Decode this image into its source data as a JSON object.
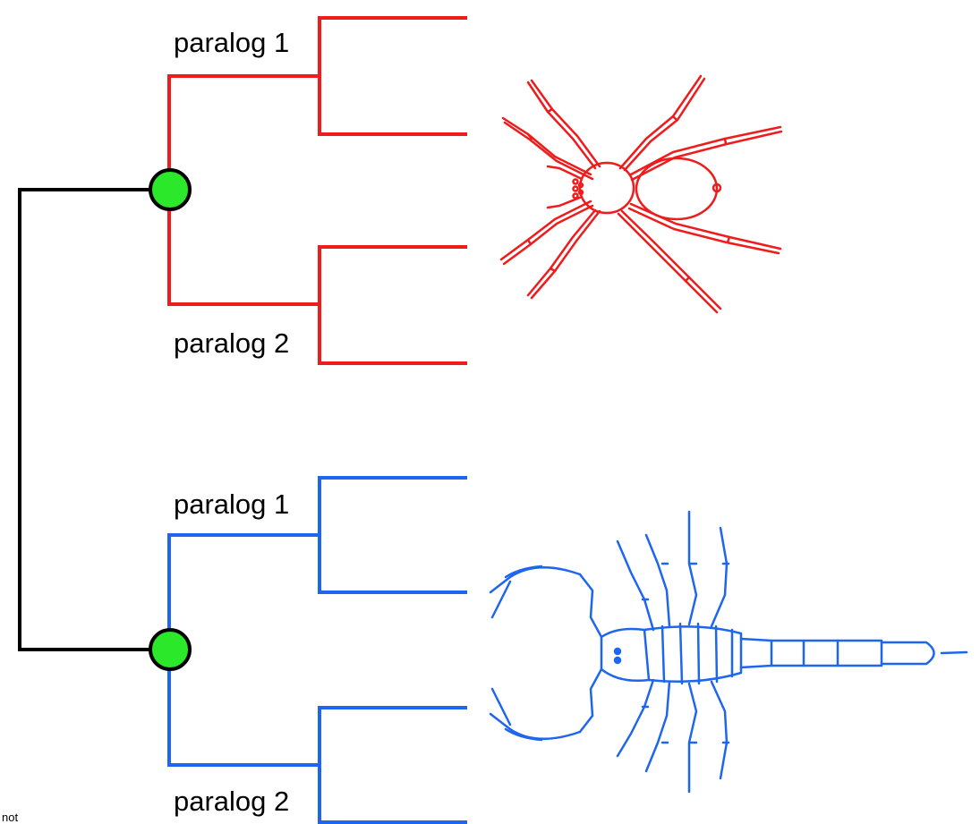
{
  "colors": {
    "root": "#000000",
    "spider_clade": "#ee1c1c",
    "scorpion_clade": "#1f66ee",
    "duplication_node": "#2be82b"
  },
  "spider_clade": {
    "paralog_top_label": "paralog 1",
    "paralog_bottom_label": "paralog 2",
    "icon": "spider-icon"
  },
  "scorpion_clade": {
    "paralog_top_label": "paralog 1",
    "paralog_bottom_label": "paralog 2",
    "icon": "scorpion-icon"
  },
  "corner_text": "not"
}
